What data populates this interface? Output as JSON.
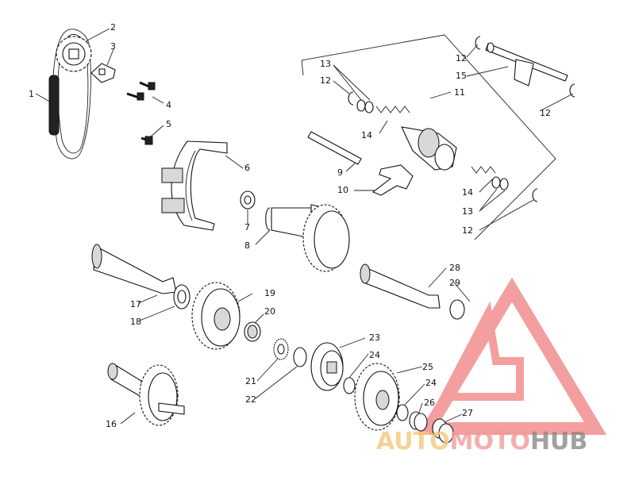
{
  "diagram": {
    "callouts": [
      {
        "id": "c1",
        "text": "1"
      },
      {
        "id": "c2",
        "text": "2"
      },
      {
        "id": "c3",
        "text": "3"
      },
      {
        "id": "c4",
        "text": "4"
      },
      {
        "id": "c5",
        "text": "5"
      },
      {
        "id": "c6",
        "text": "6"
      },
      {
        "id": "c7",
        "text": "7"
      },
      {
        "id": "c8",
        "text": "8"
      },
      {
        "id": "c9",
        "text": "9"
      },
      {
        "id": "c10",
        "text": "10"
      },
      {
        "id": "c11",
        "text": "11"
      },
      {
        "id": "c12a",
        "text": "12"
      },
      {
        "id": "c12b",
        "text": "12"
      },
      {
        "id": "c12c",
        "text": "12"
      },
      {
        "id": "c12d",
        "text": "12"
      },
      {
        "id": "c13a",
        "text": "13"
      },
      {
        "id": "c13b",
        "text": "13"
      },
      {
        "id": "c14a",
        "text": "14"
      },
      {
        "id": "c14b",
        "text": "14"
      },
      {
        "id": "c15",
        "text": "15"
      },
      {
        "id": "c16",
        "text": "16"
      },
      {
        "id": "c17",
        "text": "17"
      },
      {
        "id": "c18",
        "text": "18"
      },
      {
        "id": "c19",
        "text": "19"
      },
      {
        "id": "c20",
        "text": "20"
      },
      {
        "id": "c21",
        "text": "21"
      },
      {
        "id": "c22",
        "text": "22"
      },
      {
        "id": "c23",
        "text": "23"
      },
      {
        "id": "c24a",
        "text": "24"
      },
      {
        "id": "c24b",
        "text": "24"
      },
      {
        "id": "c25",
        "text": "25"
      },
      {
        "id": "c26",
        "text": "26"
      },
      {
        "id": "c27",
        "text": "27"
      },
      {
        "id": "c28",
        "text": "28"
      },
      {
        "id": "c29",
        "text": "29"
      }
    ]
  },
  "watermark": {
    "word_auto": "AUTO",
    "word_moto": "MOTO",
    "word_hub": "HUB",
    "colors": {
      "auto": "#f2c97a",
      "moto": "#f29a9a",
      "hub": "#8a8a8a",
      "triangle": "#f08080"
    }
  }
}
